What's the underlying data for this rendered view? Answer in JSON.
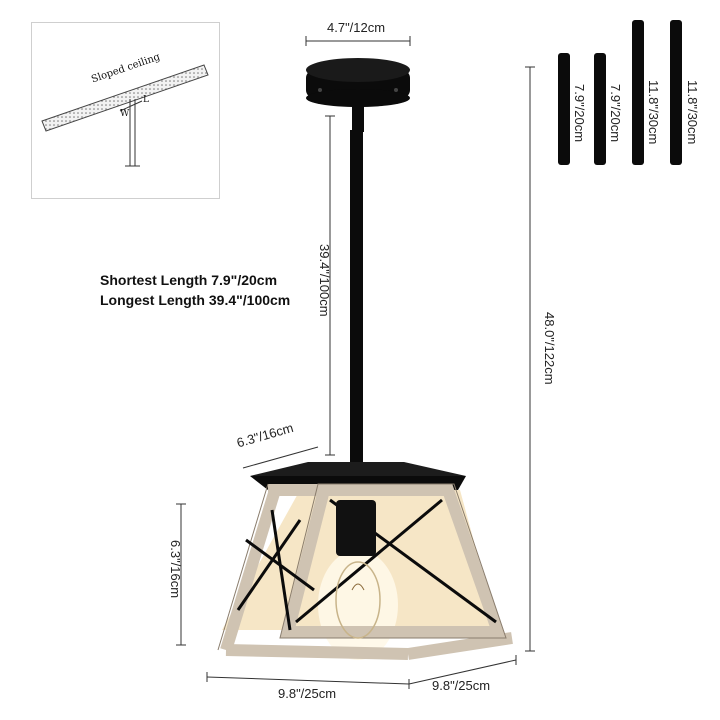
{
  "inset": {
    "sloped_label": "Sloped ceiling",
    "w_label": "W",
    "l_label": "L"
  },
  "dimensions": {
    "canopy_width": "4.7\"/12cm",
    "rod_length": "39.4\"/100cm",
    "overall_height": "48.0\"/122cm",
    "top_width": "6.3\"/16cm",
    "shade_height": "6.3\"/16cm",
    "bottom_width": "9.8\"/25cm",
    "bottom_depth": "9.8\"/25cm"
  },
  "rods": [
    {
      "label": "7.9\"/20cm"
    },
    {
      "label": "7.9\"/20cm"
    },
    {
      "label": "11.8\"/30cm"
    },
    {
      "label": "11.8\"/30cm"
    }
  ],
  "specs": {
    "shortest": "Shortest Length 7.9\"/20cm",
    "longest": "Longest Length 39.4\"/100cm"
  },
  "colors": {
    "black": "#0b0b0b",
    "wood": "#cfc3b2",
    "wood_dark": "#8a7d6d",
    "glow": "#f6e6c6"
  }
}
